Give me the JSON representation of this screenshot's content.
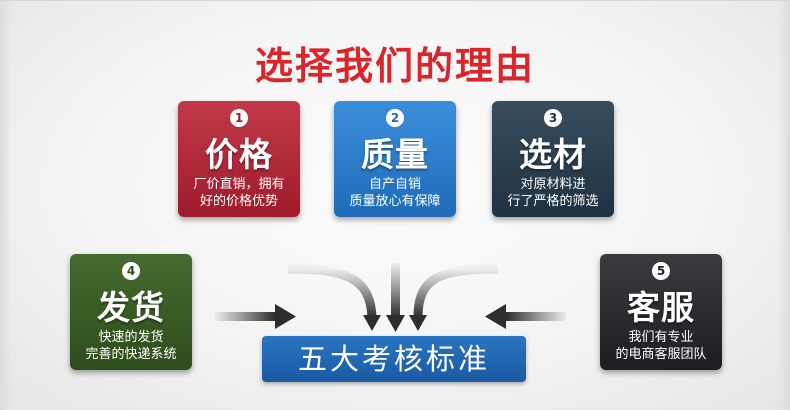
{
  "title": "选择我们的理由",
  "cards": [
    {
      "number": "1",
      "heading": "价格",
      "line1": "厂价直销，拥有",
      "line2": "好的价格优势",
      "color": "#a5182a"
    },
    {
      "number": "2",
      "heading": "质量",
      "line1": "自产自销",
      "line2": "质量放心有保障",
      "color": "#1f6bb8"
    },
    {
      "number": "3",
      "heading": "选材",
      "line1": "对原材料进",
      "line2": "行了严格的筛选",
      "color": "#1f3242"
    },
    {
      "number": "4",
      "heading": "发货",
      "line1": "快速的发货",
      "line2": "完善的快递系统",
      "color": "#2d4d1b"
    },
    {
      "number": "5",
      "heading": "客服",
      "line1": "我们有专业",
      "line2": "的电商客服团队",
      "color": "#1d1e21"
    }
  ],
  "standard_label": "五大考核标准",
  "colors": {
    "title": "#d8262b",
    "banner": "#1a5aa3",
    "arrow": "#3a3a3a"
  }
}
